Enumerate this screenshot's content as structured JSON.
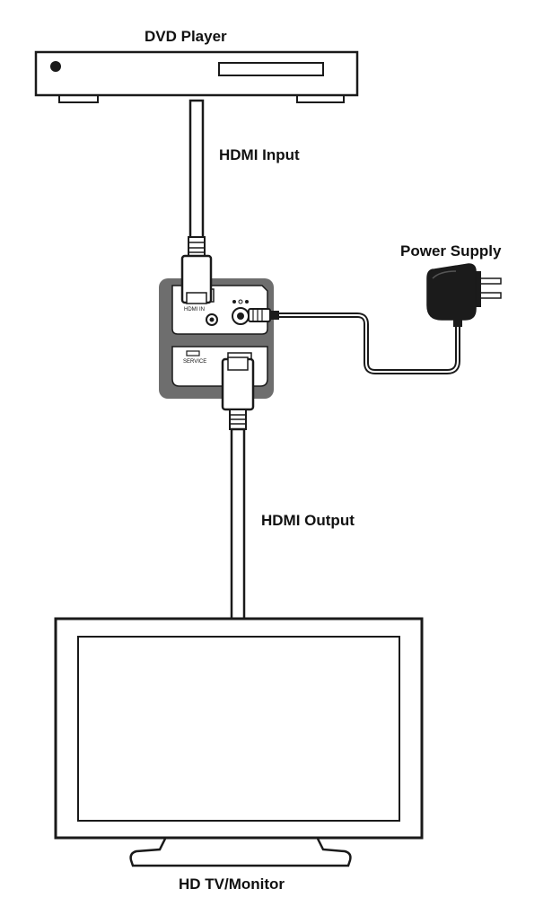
{
  "labels": {
    "dvd_player": "DVD Player",
    "hdmi_input": "HDMI Input",
    "power_supply": "Power Supply",
    "hdmi_output": "HDMI Output",
    "hd_tv_monitor": "HD TV/Monitor"
  },
  "device": {
    "port_hdmi_in": "HDMI IN",
    "port_service": "SERVICE"
  },
  "colors": {
    "stroke": "#1a1a1a",
    "device_body": "#6e6e6e",
    "adapter": "#1b1b1b",
    "background": "#ffffff"
  }
}
